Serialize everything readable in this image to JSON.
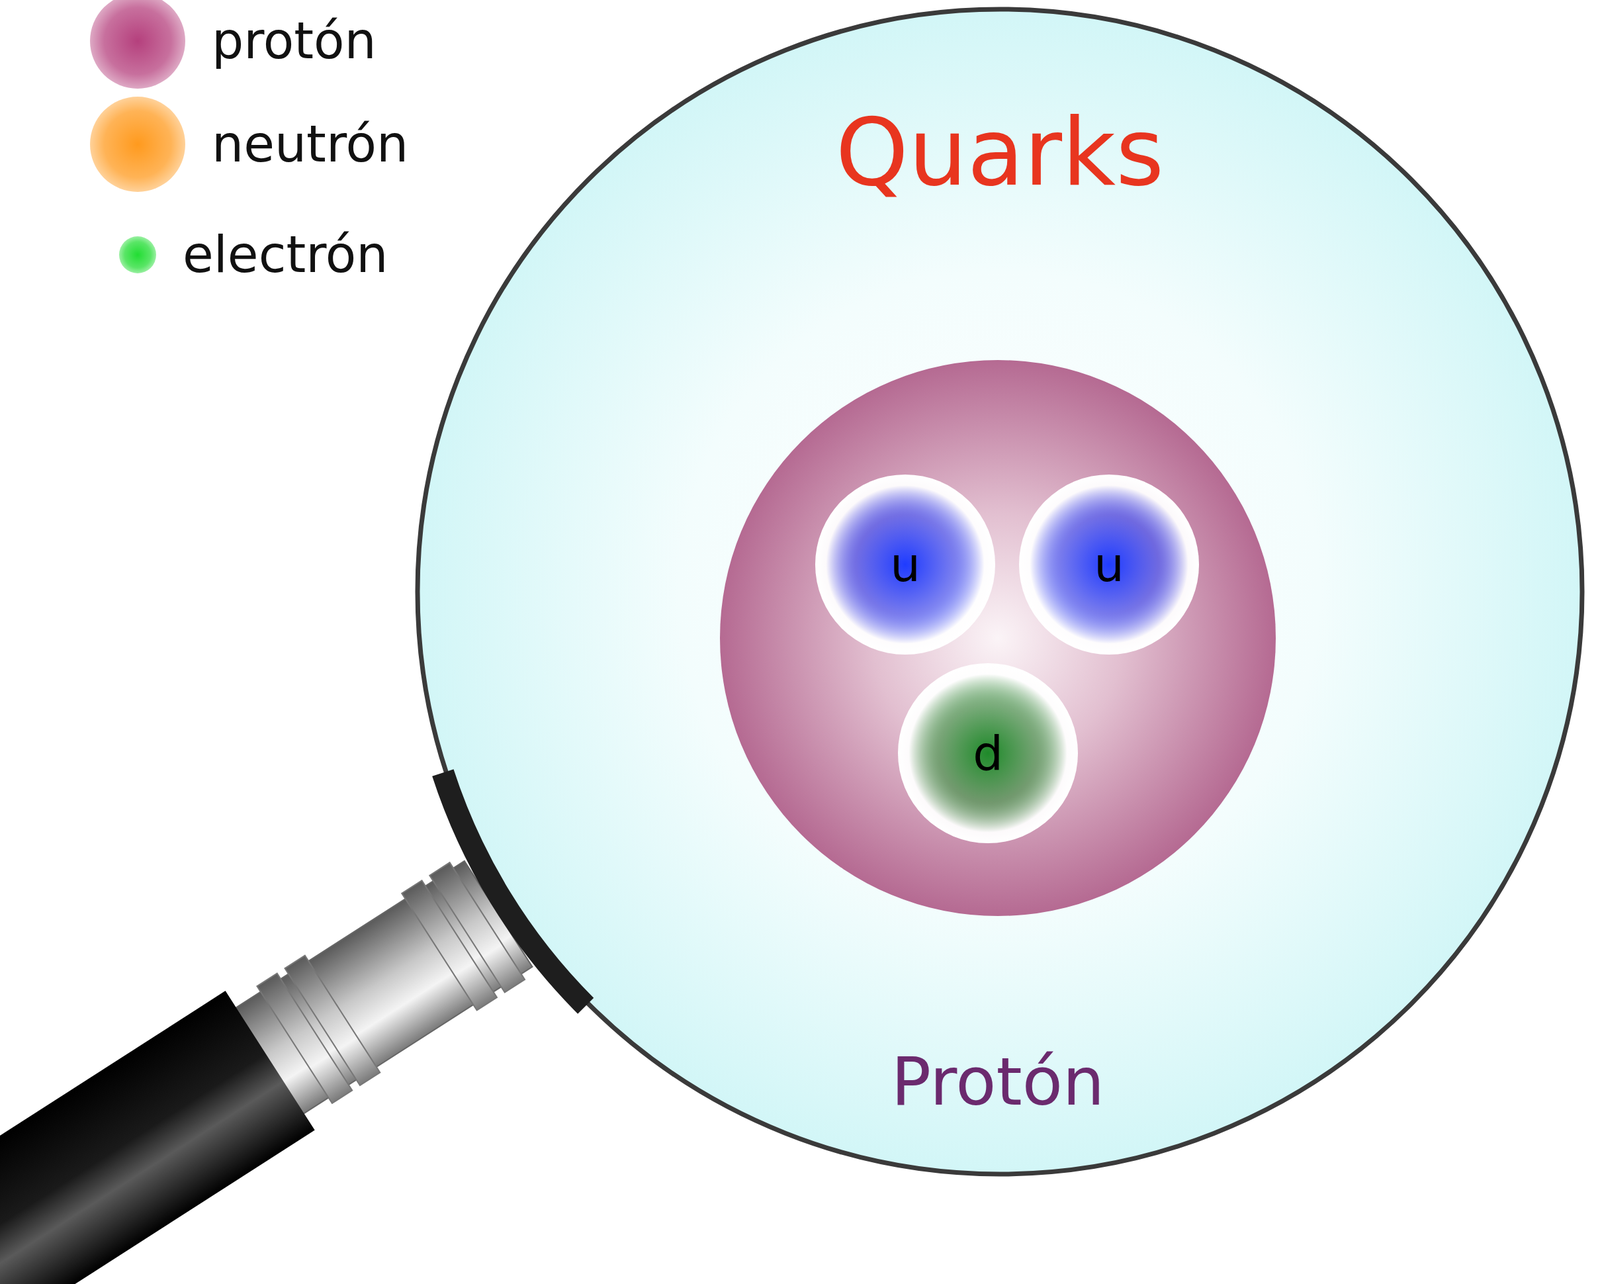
{
  "diagram": {
    "title": "Quarks",
    "nodes": [
      {
        "text": [
          "Protón"
        ]
      },
      {
        "text": [
          "u"
        ],
        "in": 0
      },
      {
        "text": [
          "u"
        ],
        "in": 0
      },
      {
        "text": [
          "d"
        ],
        "in": 0
      }
    ],
    "legend": [
      {
        "text": "protón",
        "color": "#b5407d"
      },
      {
        "text": "neutrón",
        "color": "#ff9a1e"
      },
      {
        "text": "electrón",
        "color": "#22dd33"
      }
    ]
  }
}
